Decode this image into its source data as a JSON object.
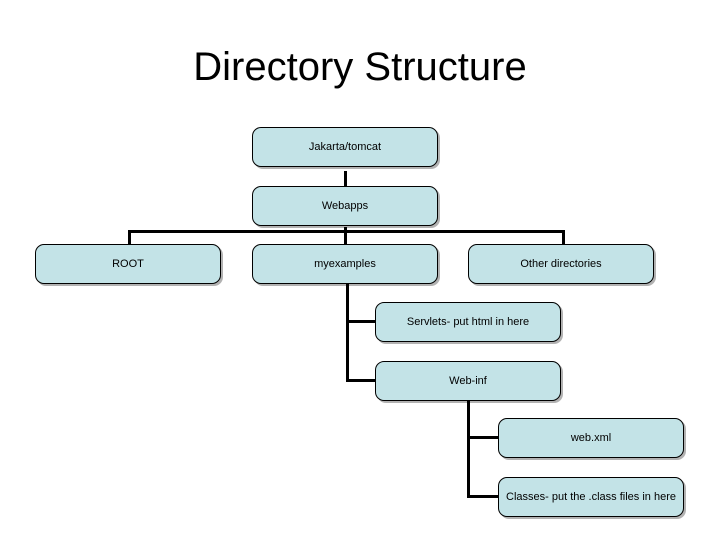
{
  "slide": {
    "title": "Directory Structure",
    "background_color": "#ffffff",
    "node_fill_color": "#c3e3e7",
    "node_border_color": "#000000",
    "connector_color": "#000000"
  },
  "diagram": {
    "type": "tree",
    "nodes": [
      {
        "id": "jakarta-tomcat",
        "label": "Jakarta/tomcat",
        "level": 0,
        "parent": null
      },
      {
        "id": "webapps",
        "label": "Webapps",
        "level": 1,
        "parent": "jakarta-tomcat"
      },
      {
        "id": "root",
        "label": "ROOT",
        "level": 2,
        "parent": "webapps"
      },
      {
        "id": "myexamples",
        "label": "myexamples",
        "level": 2,
        "parent": "webapps"
      },
      {
        "id": "other-directories",
        "label": "Other directories",
        "level": 2,
        "parent": "webapps"
      },
      {
        "id": "servlets",
        "label": "Servlets- put html in here",
        "level": 3,
        "parent": "myexamples"
      },
      {
        "id": "web-inf",
        "label": "Web-inf",
        "level": 3,
        "parent": "myexamples"
      },
      {
        "id": "web-xml",
        "label": "web.xml",
        "level": 4,
        "parent": "web-inf"
      },
      {
        "id": "classes",
        "label": "Classes- put the .class files in here",
        "level": 4,
        "parent": "web-inf"
      }
    ]
  }
}
